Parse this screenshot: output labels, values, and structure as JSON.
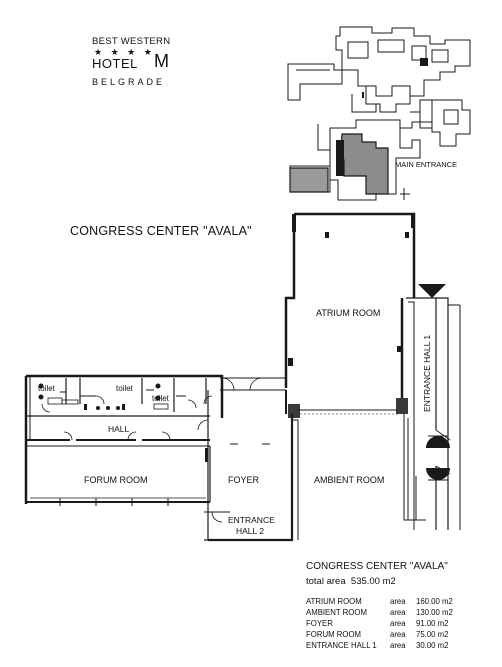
{
  "hotel": {
    "brand": "BEST WESTERN",
    "stars": "★ ★ ★ ★",
    "name_word": "HOTEL",
    "name_letter": "M",
    "city": "BELGRADE"
  },
  "locator_map": {
    "entrance_label": "MAIN ENTRANCE"
  },
  "plan": {
    "title": "CONGRESS CENTER \"AVALA\"",
    "rooms": {
      "atrium": "ATRIUM ROOM",
      "entrance_hall_1": "ENTRANCE HALL 1",
      "toilet_a": "toilet",
      "toilet_b": "toilet",
      "toilet_c": "toilet",
      "hall": "HALL",
      "forum": "FORUM ROOM",
      "foyer": "FOYER",
      "ambient": "AMBIENT ROOM",
      "entrance_hall_2_line1": "ENTRANCE",
      "entrance_hall_2_line2": "HALL 2"
    }
  },
  "summary": {
    "title": "CONGRESS CENTER \"AVALA\"",
    "total_label": "total area",
    "total_value": "535.00 m2",
    "unit_word": "area",
    "rows": [
      {
        "name": "ATRIUM ROOM",
        "value": "160.00 m2"
      },
      {
        "name": "AMBIENT ROOM",
        "value": "130.00 m2"
      },
      {
        "name": "FOYER",
        "value": "91.00 m2"
      },
      {
        "name": "FORUM ROOM",
        "value": "75.00 m2"
      },
      {
        "name": "ENTRANCE HALL 1",
        "value": "30.00 m2"
      }
    ]
  },
  "colors": {
    "wall": "#1a1a1a",
    "highlight": "#8c8c8c",
    "wall_dark": "#3a3a3a"
  }
}
